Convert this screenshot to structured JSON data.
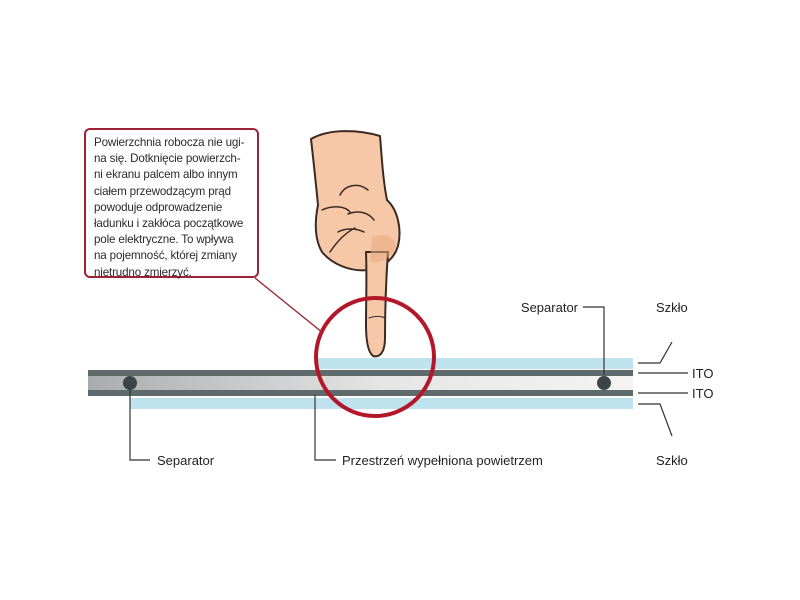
{
  "callout": {
    "lines": [
      "Powierzchnia robocza nie ugi-",
      "na się. Dotknięcie powierzch-",
      "ni ekranu palcem albo innym",
      "ciałem przewodzącym prąd",
      "powoduje odprowadzenie",
      "ładunku i zakłóca początkowe",
      "pole elektryczne. To wpływa",
      "na pojemność, której zmiany",
      "nietrudno zmierzyć."
    ]
  },
  "labels": {
    "separator_top": "Separator",
    "separator_bottom": "Separator",
    "glass_top": "Szkło",
    "ito_top": "ITO",
    "ito_bottom": "ITO",
    "glass_bottom": "Szkło",
    "air_gap": "Przestrzeń wypełniona powietrzem"
  },
  "colors": {
    "glass": "#bfe3ee",
    "ito": "#5f6a6c",
    "gap_gradient_start": "#a9acae",
    "gap_gradient_end": "#f4f4f4",
    "highlight_circle": "#b5172a",
    "callout_border": "#9b2335",
    "skin": "#f6c8a7",
    "skin_shadow": "#e9a882",
    "outline": "#3a2a22",
    "leader_line": "#333333"
  },
  "icons": {
    "hand": "pointing-hand-icon",
    "separator_dot": "separator-dot-icon"
  }
}
